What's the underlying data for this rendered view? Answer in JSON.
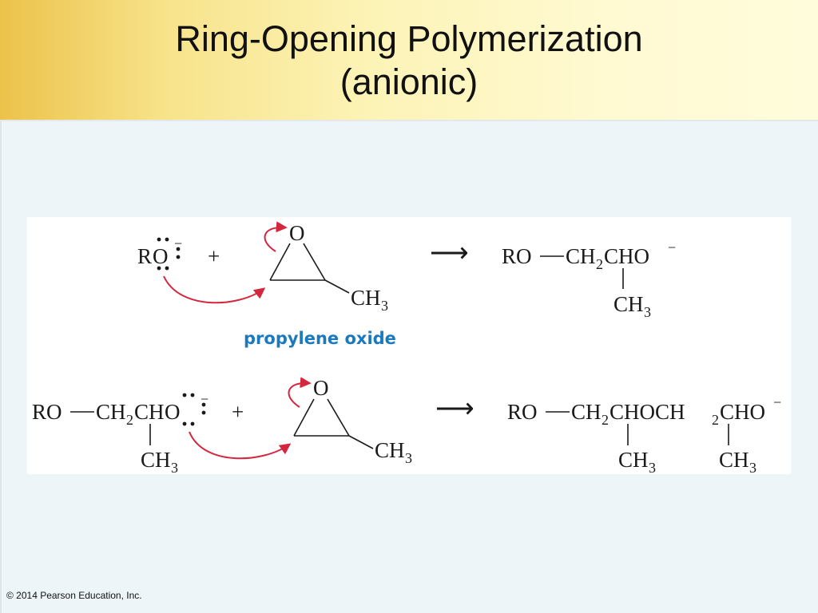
{
  "slide": {
    "title_line1": "Ring-Opening Polymerization",
    "title_line2": "(anionic)",
    "copyright": "© 2014 Pearson Education, Inc."
  },
  "reaction": {
    "step1": {
      "nucleophile_r": "R",
      "nucleophile_o": "O",
      "charge": "−",
      "plus": "+",
      "epoxide_o": "O",
      "epoxide_ch": "CH",
      "epoxide_sub": "3",
      "arrow": "⟶",
      "product_ro": "RO",
      "product_ch2": "CH",
      "product_ch2_sub": "2",
      "product_cho": "CHO",
      "product_charge": "−",
      "product_branch_ch": "CH",
      "product_branch_sub": "3",
      "reagent_label": "propylene oxide"
    },
    "step2": {
      "reactant_ro": "RO",
      "reactant_ch2": "CH",
      "reactant_ch2_sub": "2",
      "reactant_ch": "CH",
      "reactant_o": "O",
      "reactant_charge": "−",
      "reactant_branch_ch": "CH",
      "reactant_branch_sub": "3",
      "plus": "+",
      "epoxide_o": "O",
      "epoxide_ch": "CH",
      "epoxide_sub": "3",
      "arrow": "⟶",
      "product_ro": "RO",
      "product_chain_a": "CH",
      "product_chain_a_sub": "2",
      "product_chain_b": "CHOCH",
      "product_chain_b_sub": "2",
      "product_chain_c": "CHO",
      "product_charge": "−",
      "product_branch1_ch": "CH",
      "product_branch1_sub": "3",
      "product_branch2_ch": "CH",
      "product_branch2_sub": "3"
    }
  },
  "colors": {
    "arrow": "#d4263d",
    "label": "#1b79c0"
  }
}
